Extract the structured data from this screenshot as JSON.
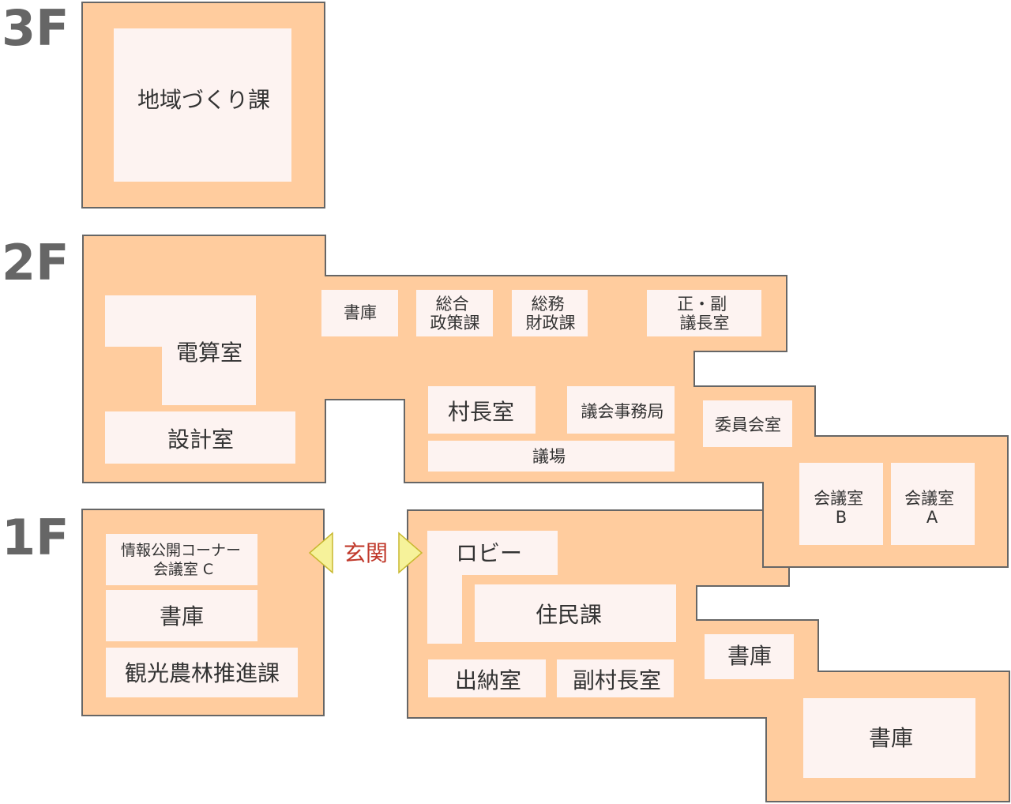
{
  "colors": {
    "floor_fill": "#ffcc9e",
    "floor_stroke": "#666666",
    "room_fill": "#fdf3f1",
    "label_gray": "#666666",
    "entrance_red": "#c0392b",
    "arrow_fill": "#f6f29a",
    "arrow_stroke": "#c8b830"
  },
  "floors": {
    "f3": {
      "label": "3F"
    },
    "f2": {
      "label": "2F"
    },
    "f1": {
      "label": "1F"
    }
  },
  "rooms": {
    "f3_chiiki": [
      "地域づくり課"
    ],
    "f2_densan": [
      "電算室"
    ],
    "f2_sekkei": [
      "設計室"
    ],
    "f2_shoko": [
      "書庫"
    ],
    "f2_sogo": [
      "総合",
      "政策課"
    ],
    "f2_somu": [
      "総務",
      "財政課"
    ],
    "f2_gicho": [
      "正・副",
      "議長室"
    ],
    "f2_soncho": [
      "村長室"
    ],
    "f2_jimukyoku": [
      "議会事務局"
    ],
    "f2_iin": [
      "委員会室"
    ],
    "f2_gijo": [
      "議場"
    ],
    "f2_kaigi_b": [
      "会議室",
      "B"
    ],
    "f2_kaigi_a": [
      "会議室",
      "A"
    ],
    "f1_joho": [
      "情報公開コーナー",
      "会議室 C"
    ],
    "f1_shoko_w": [
      "書庫"
    ],
    "f1_kanko": [
      "観光農林推進課"
    ],
    "f1_lobby": [
      "ロビー"
    ],
    "f1_jumin": [
      "住民課"
    ],
    "f1_suito": [
      "出納室"
    ],
    "f1_fukuson": [
      "副村長室"
    ],
    "f1_shoko_e": [
      "書庫"
    ],
    "f1_shoko_se": [
      "書庫"
    ]
  },
  "entrance": {
    "label": "玄関"
  }
}
